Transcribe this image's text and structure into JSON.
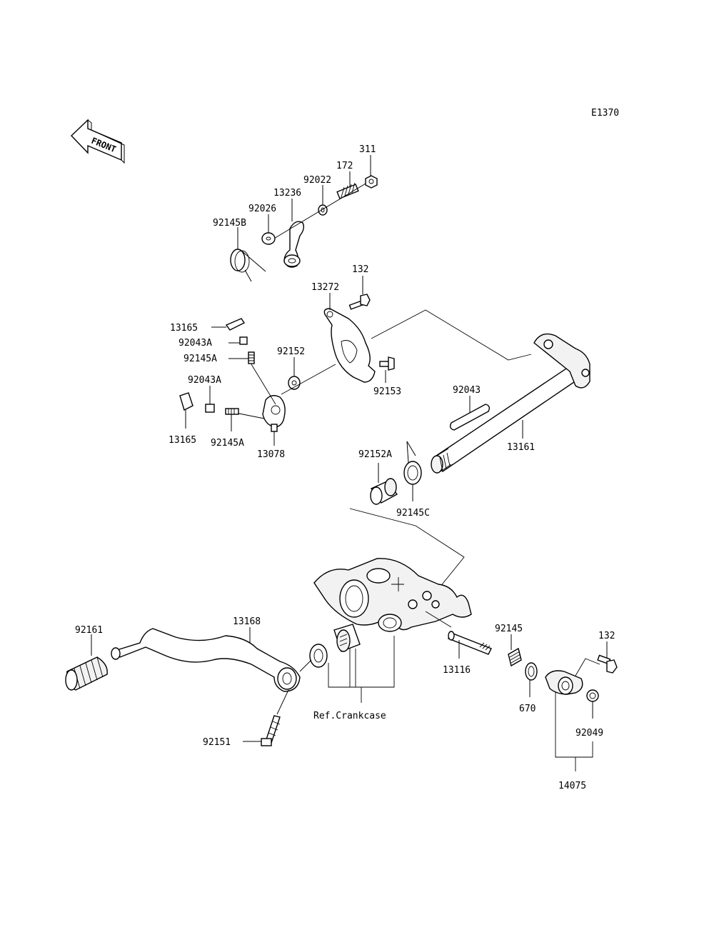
{
  "diagram_code": "E1370",
  "front_label": "FRONT",
  "ref_label": "Ref.Crankcase",
  "parts": {
    "p311": "311",
    "p172": "172",
    "p92022": "92022",
    "p13236": "13236",
    "p92026": "92026",
    "p92145B": "92145B",
    "p132a": "132",
    "p13272": "13272",
    "p13165a": "13165",
    "p92043Aa": "92043A",
    "p92145Aa": "92145A",
    "p92152": "92152",
    "p92043Ab": "92043A",
    "p92153": "92153",
    "p13165b": "13165",
    "p92145Ab": "92145A",
    "p13078": "13078",
    "p92043": "92043",
    "p13161": "13161",
    "p92152A": "92152A",
    "p92145C": "92145C",
    "p92161": "92161",
    "p13168": "13168",
    "p92145": "92145",
    "p132b": "132",
    "p13116": "13116",
    "p670": "670",
    "p92049": "92049",
    "p92151": "92151",
    "p14075": "14075"
  }
}
